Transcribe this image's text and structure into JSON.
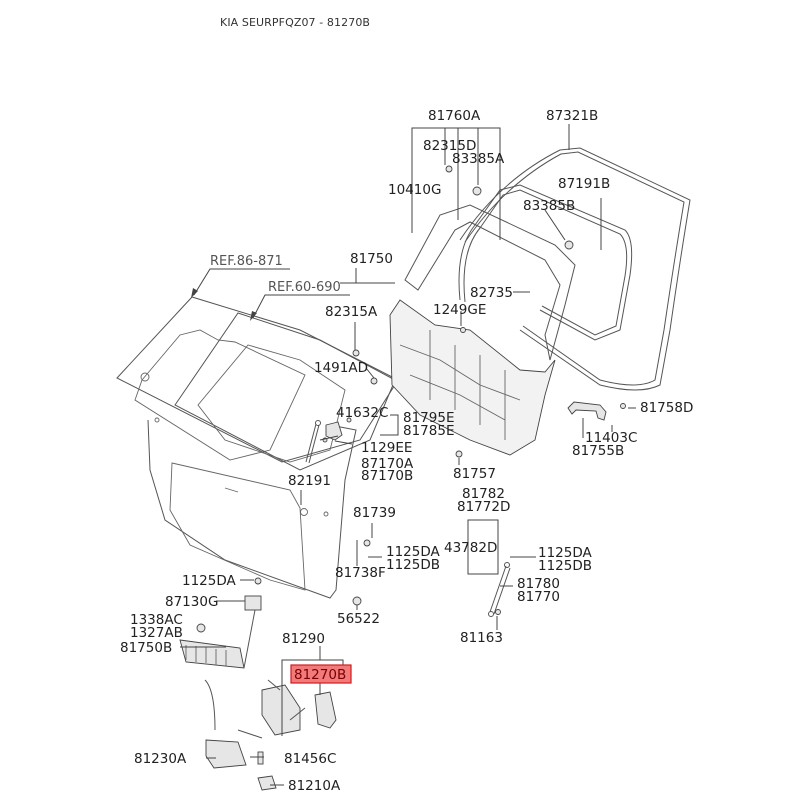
{
  "header": {
    "title": "KIA SEURPFQZ07 - 81270B"
  },
  "highlight": {
    "part": "81270B",
    "fill": "#f27a7a",
    "border": "#d01c1c"
  },
  "refs": {
    "r1": "REF.86-871",
    "r2": "REF.60-690"
  },
  "labels": {
    "p81760A": "81760A",
    "p87321B": "87321B",
    "p82315D": "82315D",
    "p83385A": "83385A",
    "p10410G": "10410G",
    "p87191B": "87191B",
    "p83385B": "83385B",
    "p81750": "81750",
    "p82315A": "82315A",
    "p82735": "82735",
    "p1249GE": "1249GE",
    "p1491AD": "1491AD",
    "p81758D": "81758D",
    "p41632C": "41632C",
    "p81795E": "81795E",
    "p81785E": "81785E",
    "p11403C": "11403C",
    "p1129EE": "1129EE",
    "p81755B": "81755B",
    "p87170A": "87170A",
    "p87170B": "87170B",
    "p81757": "81757",
    "p82191": "82191",
    "p81782": "81782",
    "p81772D": "81772D",
    "p81739": "81739",
    "p43782D": "43782D",
    "p1125DA_a": "1125DA",
    "p1125DB_a": "1125DB",
    "p1125DA_b": "1125DA",
    "p1125DB_b": "1125DB",
    "p81738F": "81738F",
    "p1125DA_c": "1125DA",
    "p81780": "81780",
    "p81770": "81770",
    "p87130G": "87130G",
    "p56522": "56522",
    "p1338AC": "1338AC",
    "p1327AB": "1327AB",
    "p81163": "81163",
    "p81290": "81290",
    "p81750B": "81750B",
    "p81270B": "81270B",
    "p81456C": "81456C",
    "p81230A": "81230A",
    "p81210A": "81210A"
  }
}
